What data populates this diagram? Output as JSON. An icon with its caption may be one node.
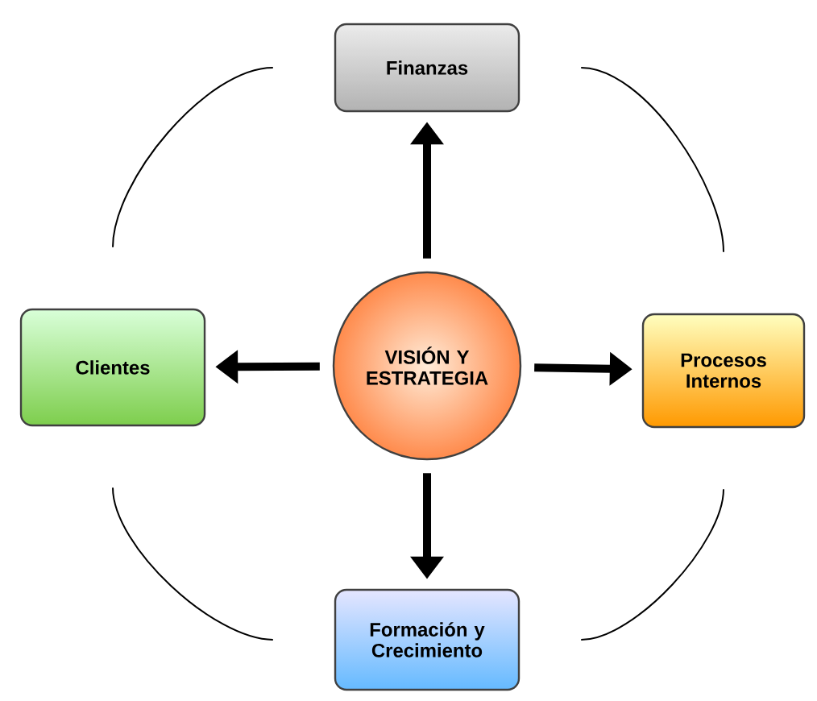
{
  "diagram": {
    "nodes": [
      {
        "text": [
          "Finanzas"
        ]
      },
      {
        "text": [
          "Clientes"
        ]
      },
      {
        "text": [
          "VISIÓN Y ESTRATEGIA"
        ]
      },
      {
        "text": [
          "Procesos Internos"
        ]
      },
      {
        "text": [
          "Formación y Crecimiento"
        ]
      }
    ],
    "edges": [
      {
        "from": 2,
        "to": 0,
        "arrow": "to",
        "style": "thick"
      },
      {
        "from": 2,
        "to": 1,
        "arrow": "to",
        "style": "thick"
      },
      {
        "from": 2,
        "to": 3,
        "arrow": "to",
        "style": "thick"
      },
      {
        "from": 2,
        "to": 4,
        "arrow": "to",
        "style": "thick"
      },
      {
        "from": 0,
        "to": 1,
        "arrow": "none"
      },
      {
        "from": 0,
        "to": 3,
        "arrow": "none"
      },
      {
        "from": 1,
        "to": 4,
        "arrow": "none"
      },
      {
        "from": 3,
        "to": 4,
        "arrow": "none"
      }
    ]
  }
}
